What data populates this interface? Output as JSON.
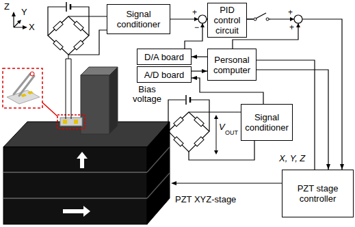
{
  "diagram": {
    "nodes": [
      {
        "text": [
          "Signal conditioner"
        ]
      },
      {
        "text": [
          "PID control circuit"
        ]
      },
      {
        "text": [
          "D/A board"
        ]
      },
      {
        "text": [
          "Personal computer"
        ]
      },
      {
        "text": [
          "A/D board"
        ]
      },
      {
        "text": [
          "Signal conditioner"
        ]
      },
      {
        "text": [
          "PZT stage controller"
        ]
      }
    ],
    "edges": [
      {
        "from": 0,
        "to": 1,
        "arrow": "to"
      },
      {
        "from": 2,
        "to": 1,
        "arrow": "to"
      },
      {
        "from": 1,
        "to": 6,
        "arrow": "to"
      },
      {
        "from": 3,
        "to": 2,
        "arrow": "to"
      },
      {
        "from": 4,
        "to": 3,
        "arrow": "to"
      },
      {
        "from": 5,
        "to": 4,
        "arrow": "to"
      },
      {
        "from": 3,
        "to": 6,
        "arrow": "to"
      }
    ],
    "labels": [
      "Z",
      "Y",
      "X",
      "+",
      "−",
      "+",
      "+",
      "Bias voltage",
      "V",
      "OUT",
      "X, Y, Z",
      "PZT XYZ-stage"
    ]
  }
}
